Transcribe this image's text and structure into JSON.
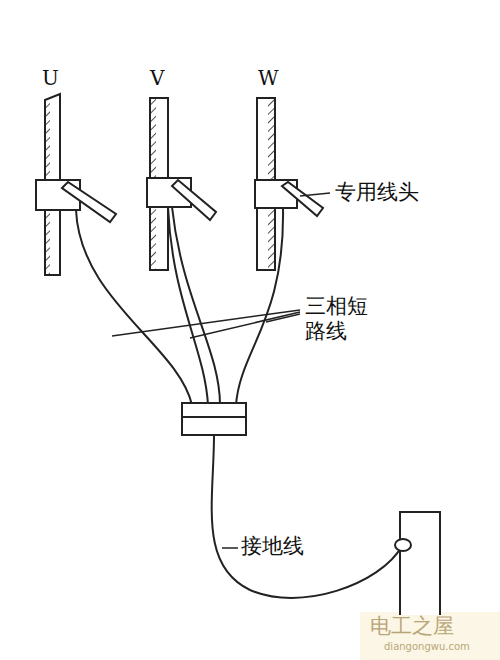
{
  "diagram": {
    "labels": [
      "U",
      "V",
      "W",
      "专用线头",
      "三相短 路线",
      "接地线",
      "电工之屋",
      "diangongwu.com"
    ]
  }
}
